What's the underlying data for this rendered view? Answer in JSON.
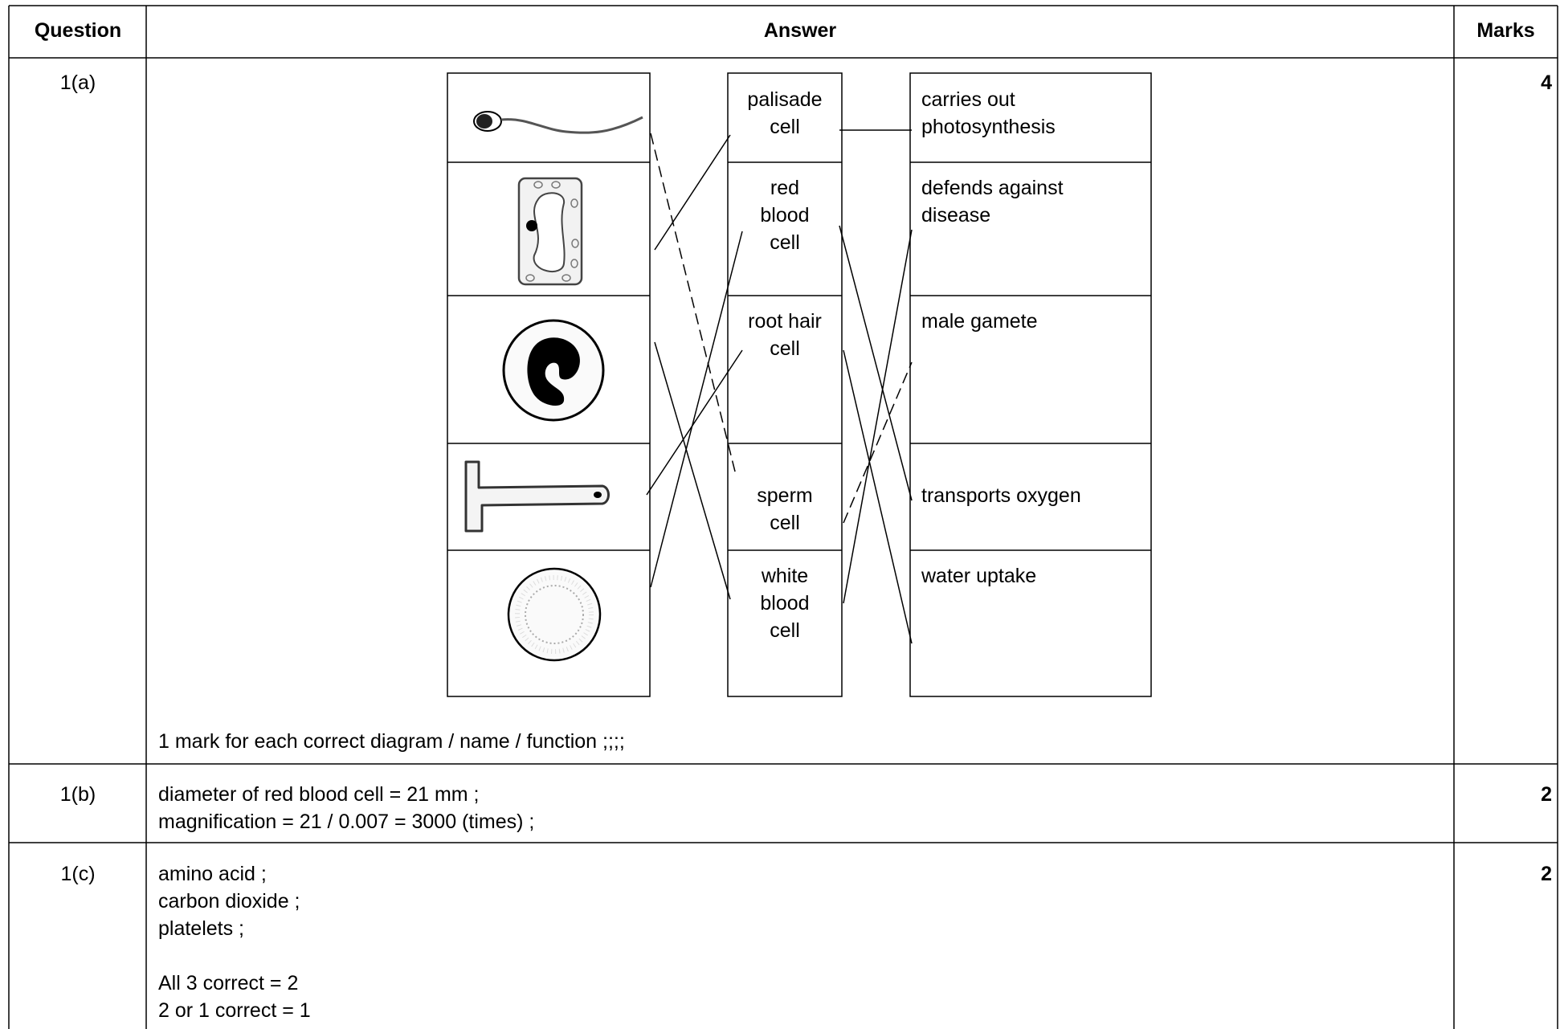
{
  "table": {
    "headers": {
      "question": "Question",
      "answer": "Answer",
      "marks": "Marks"
    },
    "rows": [
      {
        "question": "1(a)",
        "marks": "4",
        "note": "1 mark for each correct diagram / name / function ;;;;"
      },
      {
        "question": "1(b)",
        "marks": "2",
        "lines": [
          "diameter of red blood cell = 21 mm ;",
          "magnification = 21 / 0.007 = 3000 (times) ;"
        ]
      },
      {
        "question": "1(c)",
        "marks": "2",
        "lines": [
          "amino acid ;",
          "carbon dioxide ;",
          "platelets ;",
          "",
          "All 3 correct = 2",
          "2 or 1 correct = 1"
        ]
      }
    ]
  },
  "matching": {
    "diagrams": [
      "sperm-cell-icon",
      "palisade-cell-icon",
      "white-blood-cell-icon",
      "root-hair-cell-icon",
      "red-blood-cell-icon"
    ],
    "names": [
      "palisade\ncell",
      "red\nblood\ncell",
      "root hair\ncell",
      "sperm\ncell",
      "white\nblood\ncell"
    ],
    "functions": [
      "carries out\nphotosynthesis",
      "defends against\ndisease",
      "male gamete",
      "transports oxygen",
      "water uptake"
    ]
  }
}
